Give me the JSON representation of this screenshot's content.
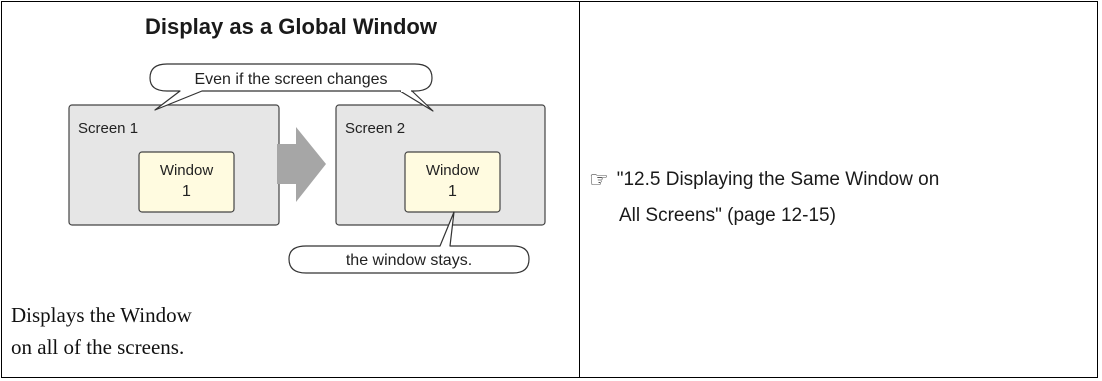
{
  "diagram": {
    "title": "Display as a Global Window",
    "callout_top": "Even if the screen changes",
    "callout_bottom": "the window stays.",
    "screen1_label": "Screen 1",
    "screen2_label": "Screen 2",
    "window_label_line1": "Window",
    "window_label_line2": "1",
    "arrow_icon": "right-arrow-icon",
    "colors": {
      "screen_fill": "#e6e6e6",
      "window_fill": "#fffbe0",
      "arrow_fill": "#a6a6a6"
    }
  },
  "description": {
    "line1": "Displays the Window",
    "line2": "on all of the screens."
  },
  "reference": {
    "icon": "pointing-hand-icon",
    "line1": "\"12.5 Displaying the Same Window on",
    "line2": "All Screens\" (page 12-15)"
  }
}
